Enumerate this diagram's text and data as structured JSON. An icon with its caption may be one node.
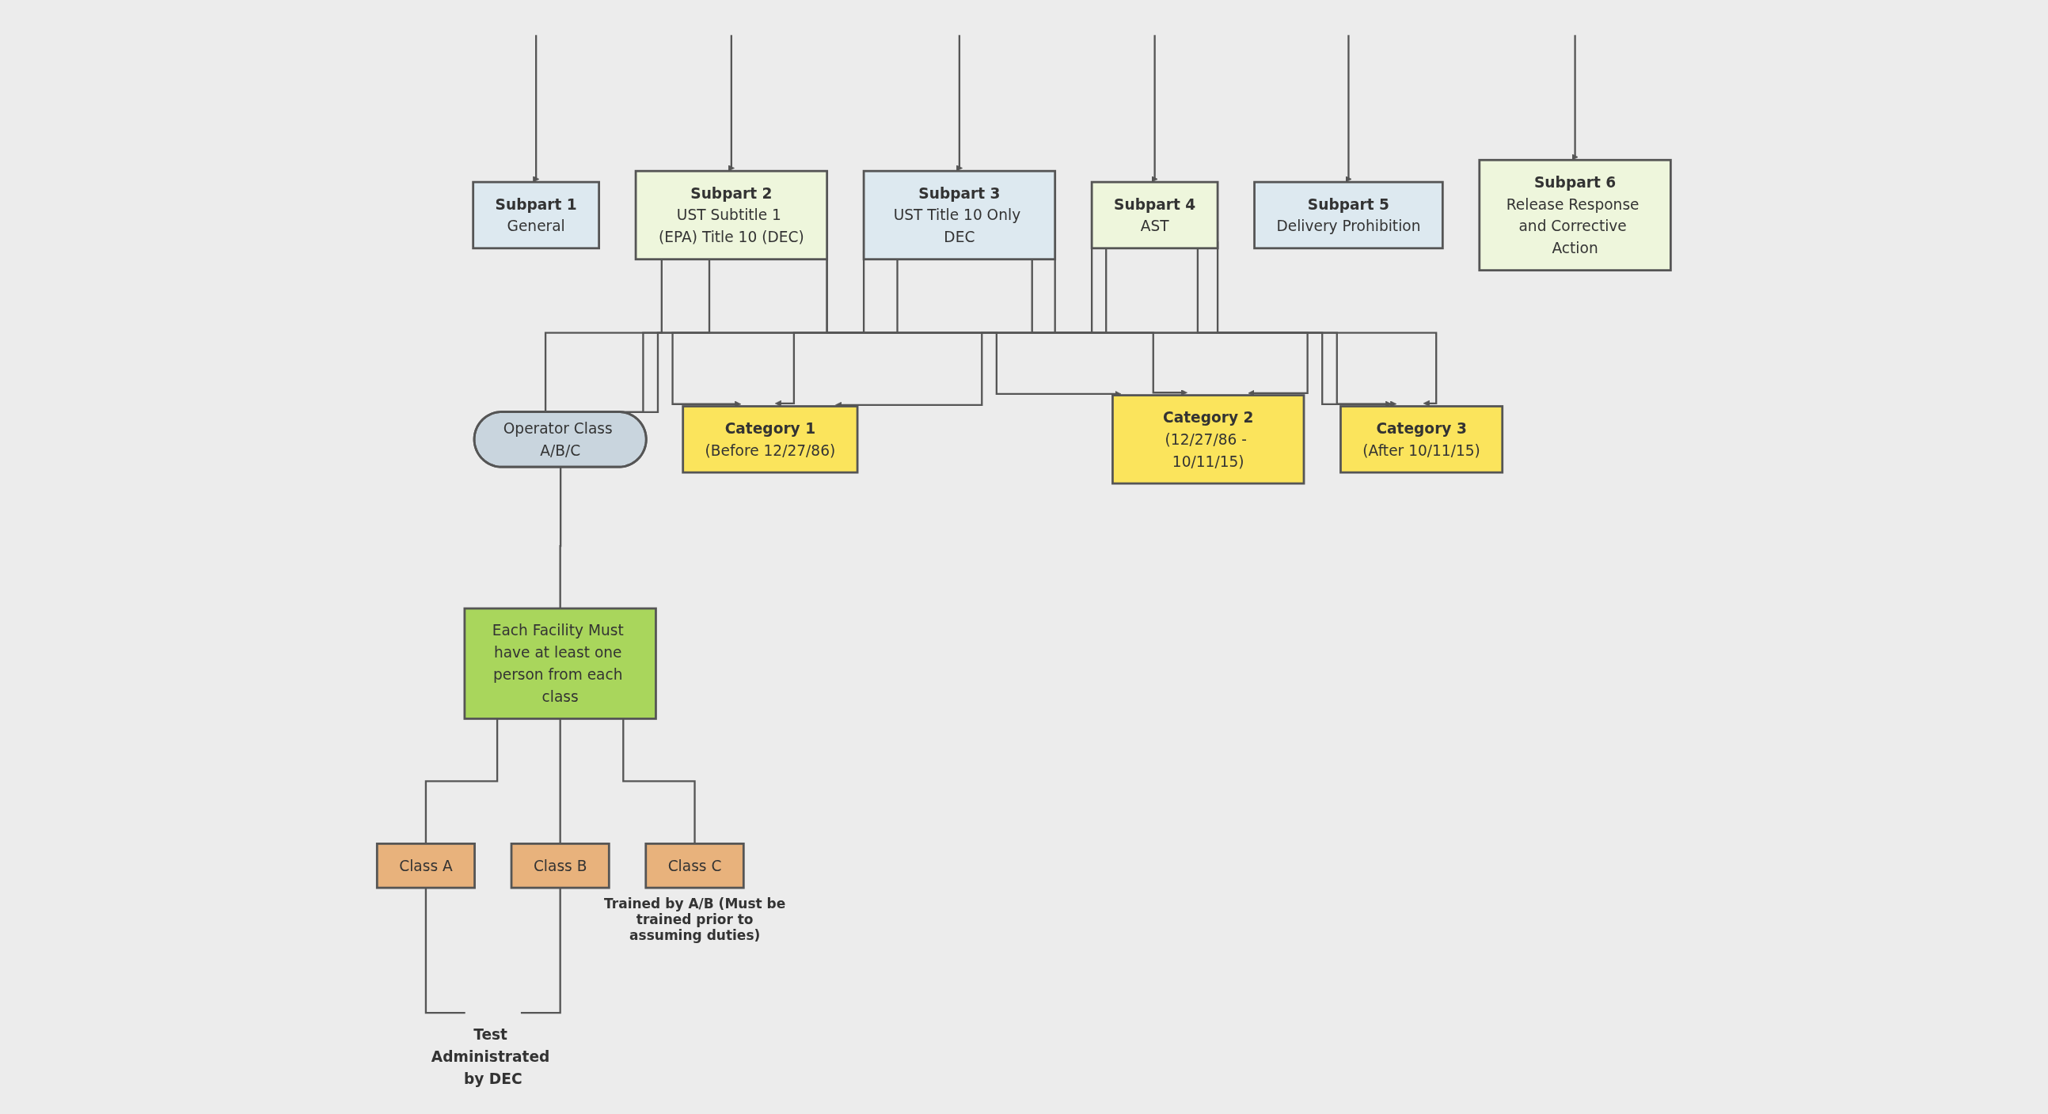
{
  "diagram": {
    "nodes": [
      {
        "text": [
          "Subpart 1",
          "General"
        ]
      },
      {
        "text": [
          "Subpart 2",
          "UST Subtitle 1 (EPA) Title 10 (DEC)"
        ]
      },
      {
        "text": [
          "Subpart 3",
          "UST Title 10 Only DEC"
        ]
      },
      {
        "text": [
          "Subpart 4",
          "AST"
        ]
      },
      {
        "text": [
          "Subpart 5",
          "Delivery Prohibition"
        ]
      },
      {
        "text": [
          "Subpart 6",
          "Release Response and Corrective Action"
        ]
      },
      {
        "text": [
          "Operator Class A/B/C"
        ]
      },
      {
        "text": [
          "Each Facility Must have at least one person from each class"
        ]
      },
      {
        "text": [
          "Category 1",
          "(Before 12/27/86)"
        ]
      },
      {
        "text": [
          "Category 2",
          "(12/27/86 - 10/11/15)"
        ]
      },
      {
        "text": [
          "Category 3",
          "(After 10/11/15)"
        ]
      },
      {
        "text": [
          "Class A"
        ]
      },
      {
        "text": [
          "Class B"
        ]
      },
      {
        "text": [
          "Class C"
        ],
        "beside": [
          "Trained by A/B (Must be trained prior to assuming duties)"
        ]
      },
      {
        "text": [
          "Test Administrated by DEC"
        ]
      }
    ],
    "edges": [
      {
        "from": null,
        "to": 0,
        "arrow": "to"
      },
      {
        "from": null,
        "to": 1,
        "arrow": "to"
      },
      {
        "from": null,
        "to": 2,
        "arrow": "to"
      },
      {
        "from": null,
        "to": 3,
        "arrow": "to"
      },
      {
        "from": null,
        "to": 4,
        "arrow": "to"
      },
      {
        "from": null,
        "to": 5,
        "arrow": "to"
      },
      {
        "from": 1,
        "to": 6,
        "arrow": "none"
      },
      {
        "from": 2,
        "to": 6,
        "arrow": "none"
      },
      {
        "from": 3,
        "to": 6,
        "arrow": "none"
      },
      {
        "from": 1,
        "to": 8,
        "arrow": "to"
      },
      {
        "from": 1,
        "to": 9,
        "arrow": "to"
      },
      {
        "from": 1,
        "to": 10,
        "arrow": "to"
      },
      {
        "from": 2,
        "to": 8,
        "arrow": "to"
      },
      {
        "from": 2,
        "to": 9,
        "arrow": "to"
      },
      {
        "from": 2,
        "to": 10,
        "arrow": "to"
      },
      {
        "from": 3,
        "to": 8,
        "arrow": "to"
      },
      {
        "from": 3,
        "to": 9,
        "arrow": "to"
      },
      {
        "from": 3,
        "to": 10,
        "arrow": "to"
      },
      {
        "from": 6,
        "to": 7,
        "arrow": "none"
      },
      {
        "from": 7,
        "to": 11,
        "arrow": "none"
      },
      {
        "from": 7,
        "to": 12,
        "arrow": "none"
      },
      {
        "from": 7,
        "to": 13,
        "arrow": "none"
      },
      {
        "from": 11,
        "to": 14,
        "arrow": "none"
      },
      {
        "from": 12,
        "to": 14,
        "arrow": "none"
      }
    ]
  }
}
